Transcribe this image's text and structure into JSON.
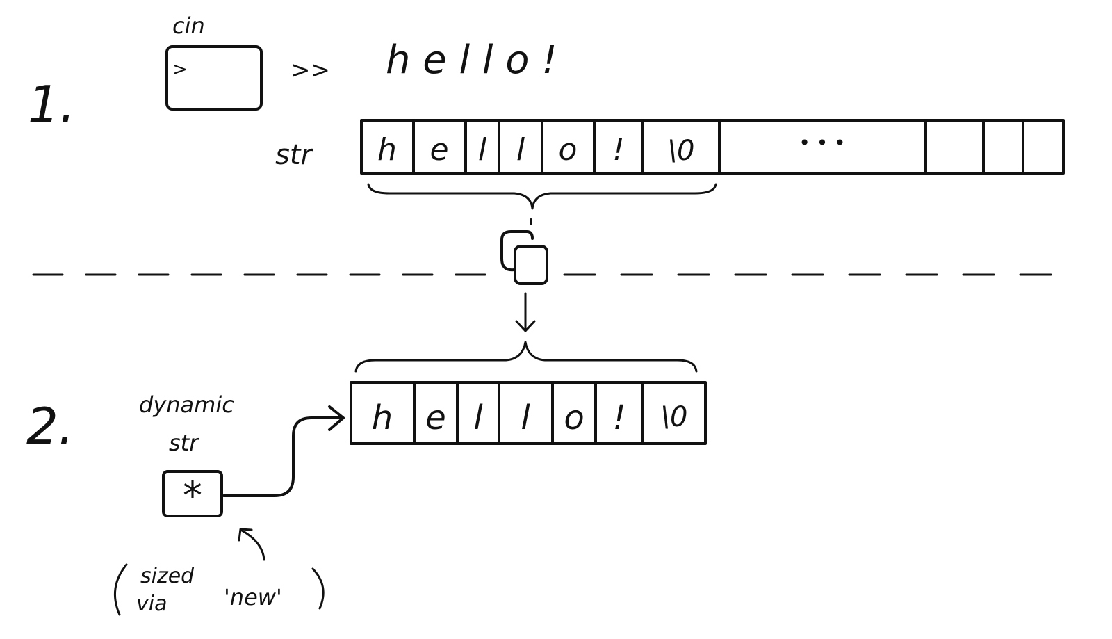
{
  "step1": {
    "number": "1.",
    "cin_label": "cin",
    "cin_prompt": ">",
    "extraction_operator": ">>",
    "input_text": "h e l l o !",
    "array_label": "str",
    "cells": [
      "h",
      "e",
      "l",
      "l",
      "o",
      "!",
      "\\0"
    ],
    "ellipsis": "• • •"
  },
  "step2": {
    "number": "2.",
    "pointer_label_line1": "dynamic",
    "pointer_label_line2": "str",
    "pointer_symbol": "*",
    "cells": [
      "h",
      "e",
      "l",
      "l",
      "o",
      "!",
      "\\0"
    ],
    "note_line1": "sized",
    "note_line2": "via",
    "note_quote": "'new'"
  },
  "copy_icon": "copy-icon"
}
